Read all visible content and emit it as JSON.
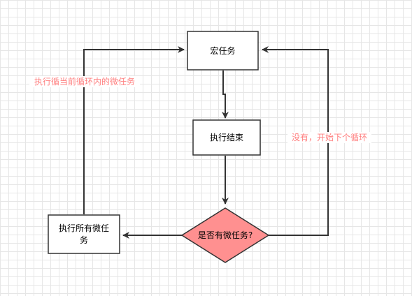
{
  "diagram": {
    "nodes": {
      "macrotask": {
        "label": "宏任务"
      },
      "exec_end": {
        "label": "执行结束"
      },
      "decision": {
        "label": "是否有微任务?"
      },
      "exec_all_micro": {
        "label_line1": "执行所有微任",
        "label_line2": "务"
      }
    },
    "edge_labels": {
      "loop_current": "执行循当前循环内的微任务",
      "no_next_loop": "没有，开始下个循环"
    },
    "colors": {
      "edge_label": "#ff8080",
      "decision_fill": "#ff9090",
      "stroke": "#333333",
      "node_fill": "#ffffff",
      "grid": "#e6e6e6"
    }
  }
}
